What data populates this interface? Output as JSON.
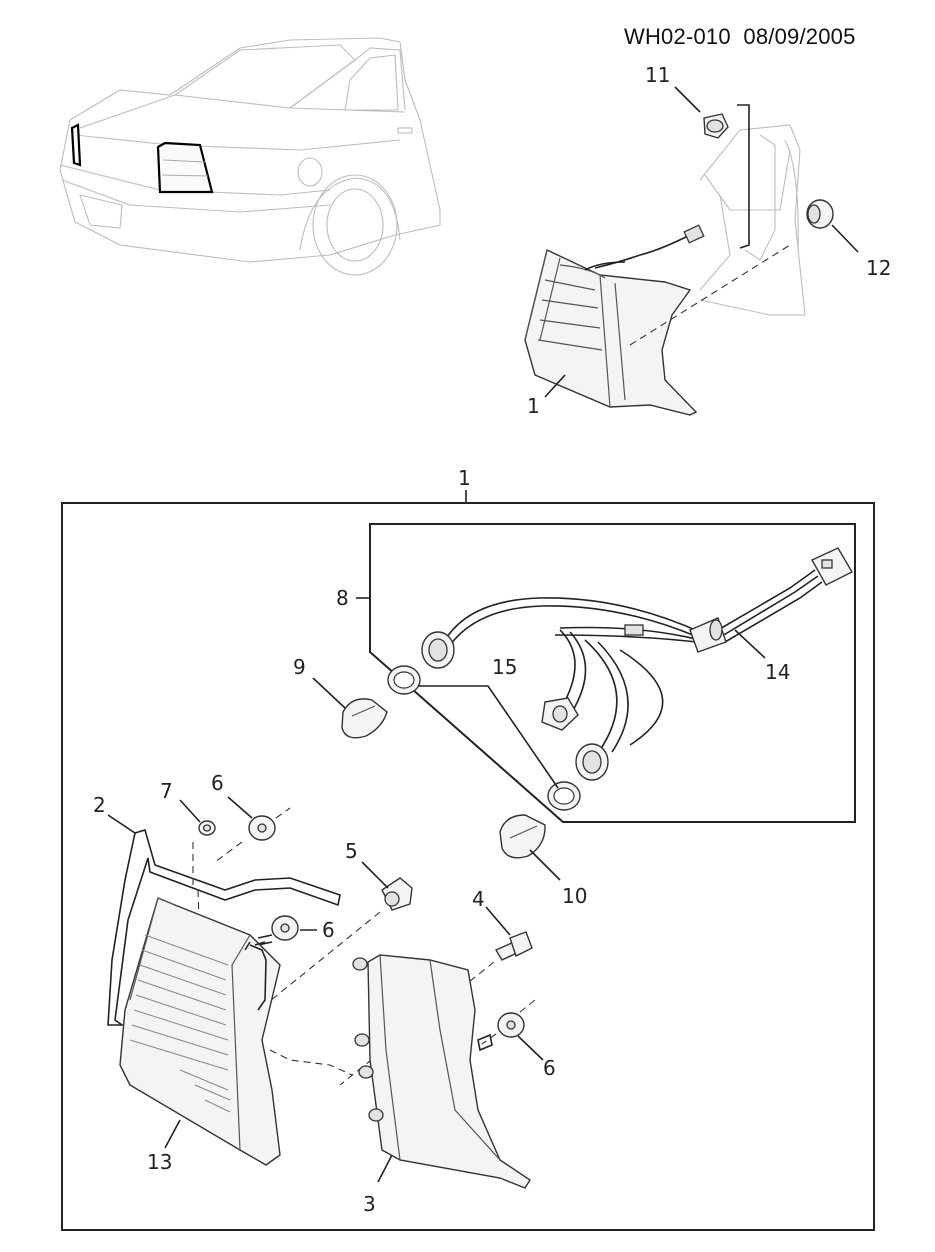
{
  "header": {
    "doc_id": "WH02-010",
    "date": "08/09/2005"
  },
  "callouts": {
    "c1_top": "1",
    "c11": "11",
    "c12": "12",
    "c1_box": "1",
    "c8": "8",
    "c9": "9",
    "c15": "15",
    "c14": "14",
    "c2": "2",
    "c7": "7",
    "c6_top": "6",
    "c5": "5",
    "c6_mid": "6",
    "c10": "10",
    "c4": "4",
    "c6_right": "6",
    "c13": "13",
    "c3": "3"
  }
}
